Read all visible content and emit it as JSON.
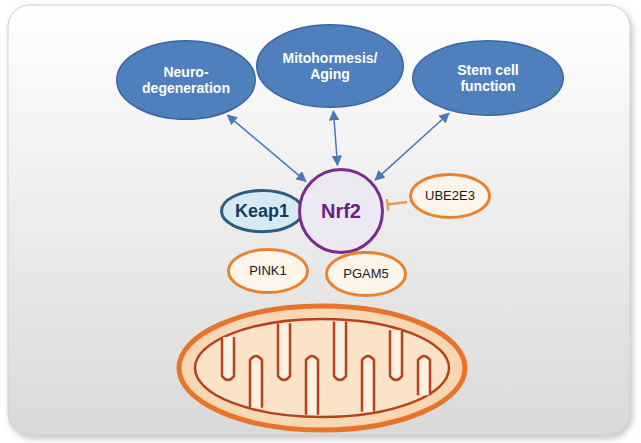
{
  "diagram": {
    "nodes": [
      {
        "text": [
          "Neuro- degeneration"
        ]
      },
      {
        "text": [
          "Mitohormesis/ Aging"
        ]
      },
      {
        "text": [
          "Stem cell function"
        ]
      },
      {
        "text": [
          "Keap1"
        ]
      },
      {
        "text": [
          "Nrf2"
        ]
      },
      {
        "text": [
          "UBE2E3"
        ]
      },
      {
        "text": [
          "PINK1"
        ]
      },
      {
        "text": [
          "PGAM5"
        ]
      }
    ],
    "edges": [
      {
        "from": 0,
        "to": 4,
        "arrow": "both"
      },
      {
        "from": 1,
        "to": 4,
        "arrow": "both"
      },
      {
        "from": 2,
        "to": 4,
        "arrow": "both"
      },
      {
        "from": 5,
        "to": 4,
        "arrow": "to"
      }
    ]
  }
}
